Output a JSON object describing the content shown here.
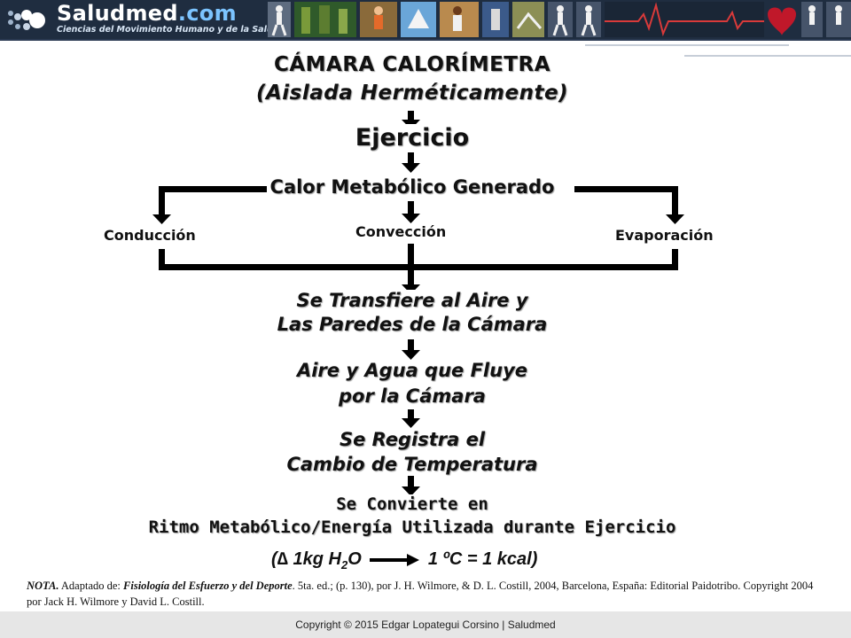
{
  "header": {
    "logo_name": "Saludmed",
    "logo_domain": ".com",
    "tagline": "Ciencias del Movimiento Humano y de la Salud"
  },
  "diagram": {
    "title_line1": "CÁMARA CALORÍMETRA",
    "title_line2": "(Aislada Herméticamente)",
    "step_exercise": "Ejercicio",
    "step_heat": "Calor Metabólico Generado",
    "branches": {
      "left": "Conducción",
      "center": "Convección",
      "right": "Evaporación"
    },
    "step_transfer_line1": "Se Transfiere al Aire y",
    "step_transfer_line2": "Las Paredes de la Cámara",
    "step_flow_line1": "Aire y Agua que Fluye",
    "step_flow_line2": "por la Cámara",
    "step_register_line1": "Se Registra el",
    "step_register_line2": "Cambio de Temperatura",
    "step_convert_line1": "Se Convierte en",
    "step_convert_line2": "Ritmo Metabólico/Energía Utilizada durante Ejercicio",
    "equation": {
      "open": "(",
      "delta": "∆",
      "left_part": " 1kg H",
      "subscript": "2",
      "left_end": "O",
      "right": "1 ºC = 1 kcal)"
    }
  },
  "note": {
    "label": "NOTA.",
    "text1": " Adaptado de: ",
    "book": "Fisiología del Esfuerzo y del Deporte",
    "text2": ". 5ta. ed.; (p. 130), por J. H. Wilmore, & D. L. Costill, 2004, Barcelona, España: Editorial Paidotribo. Copyright 2004 por Jack H. Wilmore y David L. Costill."
  },
  "footer": {
    "copyright": "Copyright © 2015 Edgar Lopategui Corsino | Saludmed"
  },
  "colors": {
    "banner_bg": "#1f2d40",
    "logo_accent": "#7cc4ff",
    "heart_red": "#c0182a",
    "arrow": "#000000",
    "footer_bg": "#e6e6e6"
  }
}
